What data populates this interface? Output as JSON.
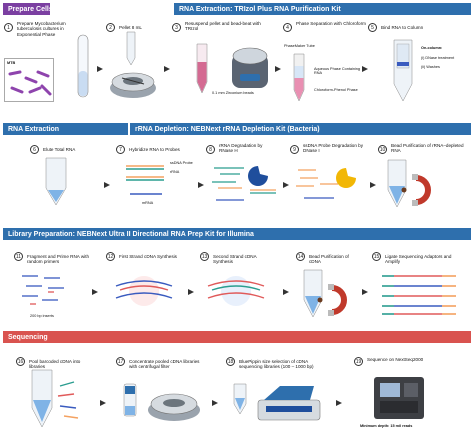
{
  "banners": {
    "prepare_cells": "Prepare Cells",
    "rna_extraction_kit": "RNA Extraction: TRIzol Plus RNA Purification Kit",
    "rna_extraction": "RNA Extraction",
    "rrna_depletion": "rRNA Depletion: NEBNext rRNA Depletion Kit (Bacteria)",
    "library_prep": "Library Preparation: NEBNext Ultra II Directional RNA Prep Kit for Illumina",
    "sequencing": "Sequencing"
  },
  "steps": [
    {
      "num": "1",
      "label": "Prepare Mycobacterium tuberculosis cultures in Exponential Phase"
    },
    {
      "num": "2",
      "label": "Pellet 8 mL"
    },
    {
      "num": "3",
      "label": "Resuspend pellet and bead-beat with TRIzol"
    },
    {
      "num": "4",
      "label": "Phase Separation with Chloroform"
    },
    {
      "num": "5",
      "label": "Bind RNA to Column"
    },
    {
      "num": "6",
      "label": "Elute Total RNA"
    },
    {
      "num": "7",
      "label": "Hybridize RNA to Probes"
    },
    {
      "num": "8",
      "label": "rRNA Degradation by RNase H"
    },
    {
      "num": "9",
      "label": "ssDNA Probe Degradation by DNase I"
    },
    {
      "num": "10",
      "label": "Bead Purification of rRNA–depleted RNA"
    },
    {
      "num": "11",
      "label": "Fragment and Prime RNA with random primers"
    },
    {
      "num": "12",
      "label": "First Strand cDNA Synthesis"
    },
    {
      "num": "13",
      "label": "Second Strand cDNA Synthesis"
    },
    {
      "num": "14",
      "label": "Bead Purification of cDNA"
    },
    {
      "num": "15",
      "label": "Ligate Sequencing Adaptors and Amplify"
    },
    {
      "num": "16",
      "label": "Pool barcoded cDNA into libraries"
    },
    {
      "num": "17",
      "label": "Concentrate pooled cDNA libraries with centrifugal filter"
    },
    {
      "num": "18",
      "label": "BluePippin size selection of cDNA sequencing libraries (100 – 1000 bp)"
    },
    {
      "num": "19",
      "label": "Sequence on NextSeq2000"
    }
  ],
  "annotations": {
    "mtb": "MTB",
    "beads": "0.1 mm Zirconium beads",
    "phasemaker": "PhaseMaker Tube",
    "aqueous": "Aqueous Phase Containing RNA",
    "chloroform": "Chloroform-Phenol Phase",
    "on_column": "On-column:",
    "dnase_treatment": "(i) DNase treatment",
    "washes": "(ii) Washes",
    "ssdna_probe": "ssDNA Probe",
    "rrna": "rRNA",
    "mrna": "mRNA",
    "insert_size": "200 bp inserts",
    "min_depth": "Minimum depth: 15 mil reads"
  },
  "colors": {
    "banner_blue": "#2e6fad",
    "banner_red": "#d9534f",
    "banner_purple": "#7b3fa1",
    "bacteria": "#8e44ad",
    "rrna": "#2a9d8f",
    "probe": "#f4a261",
    "mrna": "#3a5bbf",
    "rnase": "#1f4e9c",
    "cdna_red": "#e05a5a"
  }
}
